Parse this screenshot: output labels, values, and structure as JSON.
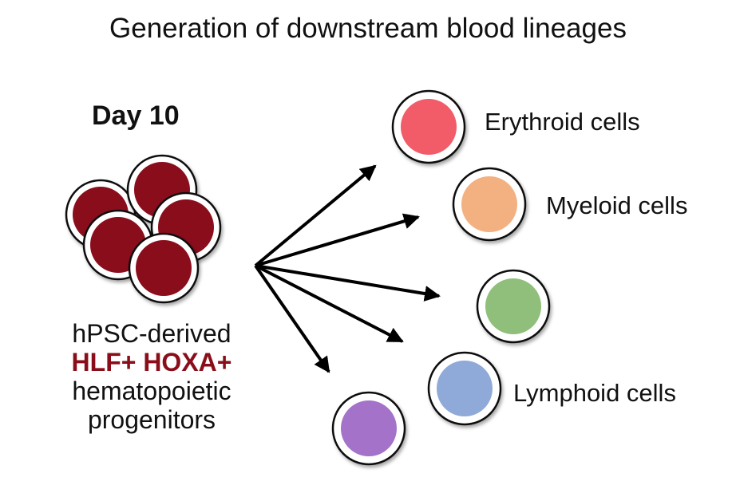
{
  "title": "Generation of downstream blood lineages",
  "day_label": "Day 10",
  "source": {
    "line1": "hPSC-derived",
    "marker_line": "HLF+ HOXA+",
    "line3": "hematopoietic",
    "line4": "progenitors"
  },
  "lineages": {
    "erythroid": "Erythroid cells",
    "myeloid": "Myeloid cells",
    "lymphoid": "Lymphoid cells"
  },
  "colors": {
    "progenitor": "#8a0e1a",
    "erythroid": "#f15b68",
    "myeloid": "#f3b182",
    "green": "#8fbf7a",
    "lymphoid": "#8fa9d9",
    "purple": "#a472c9",
    "marker_text": "#8a0e1a"
  }
}
